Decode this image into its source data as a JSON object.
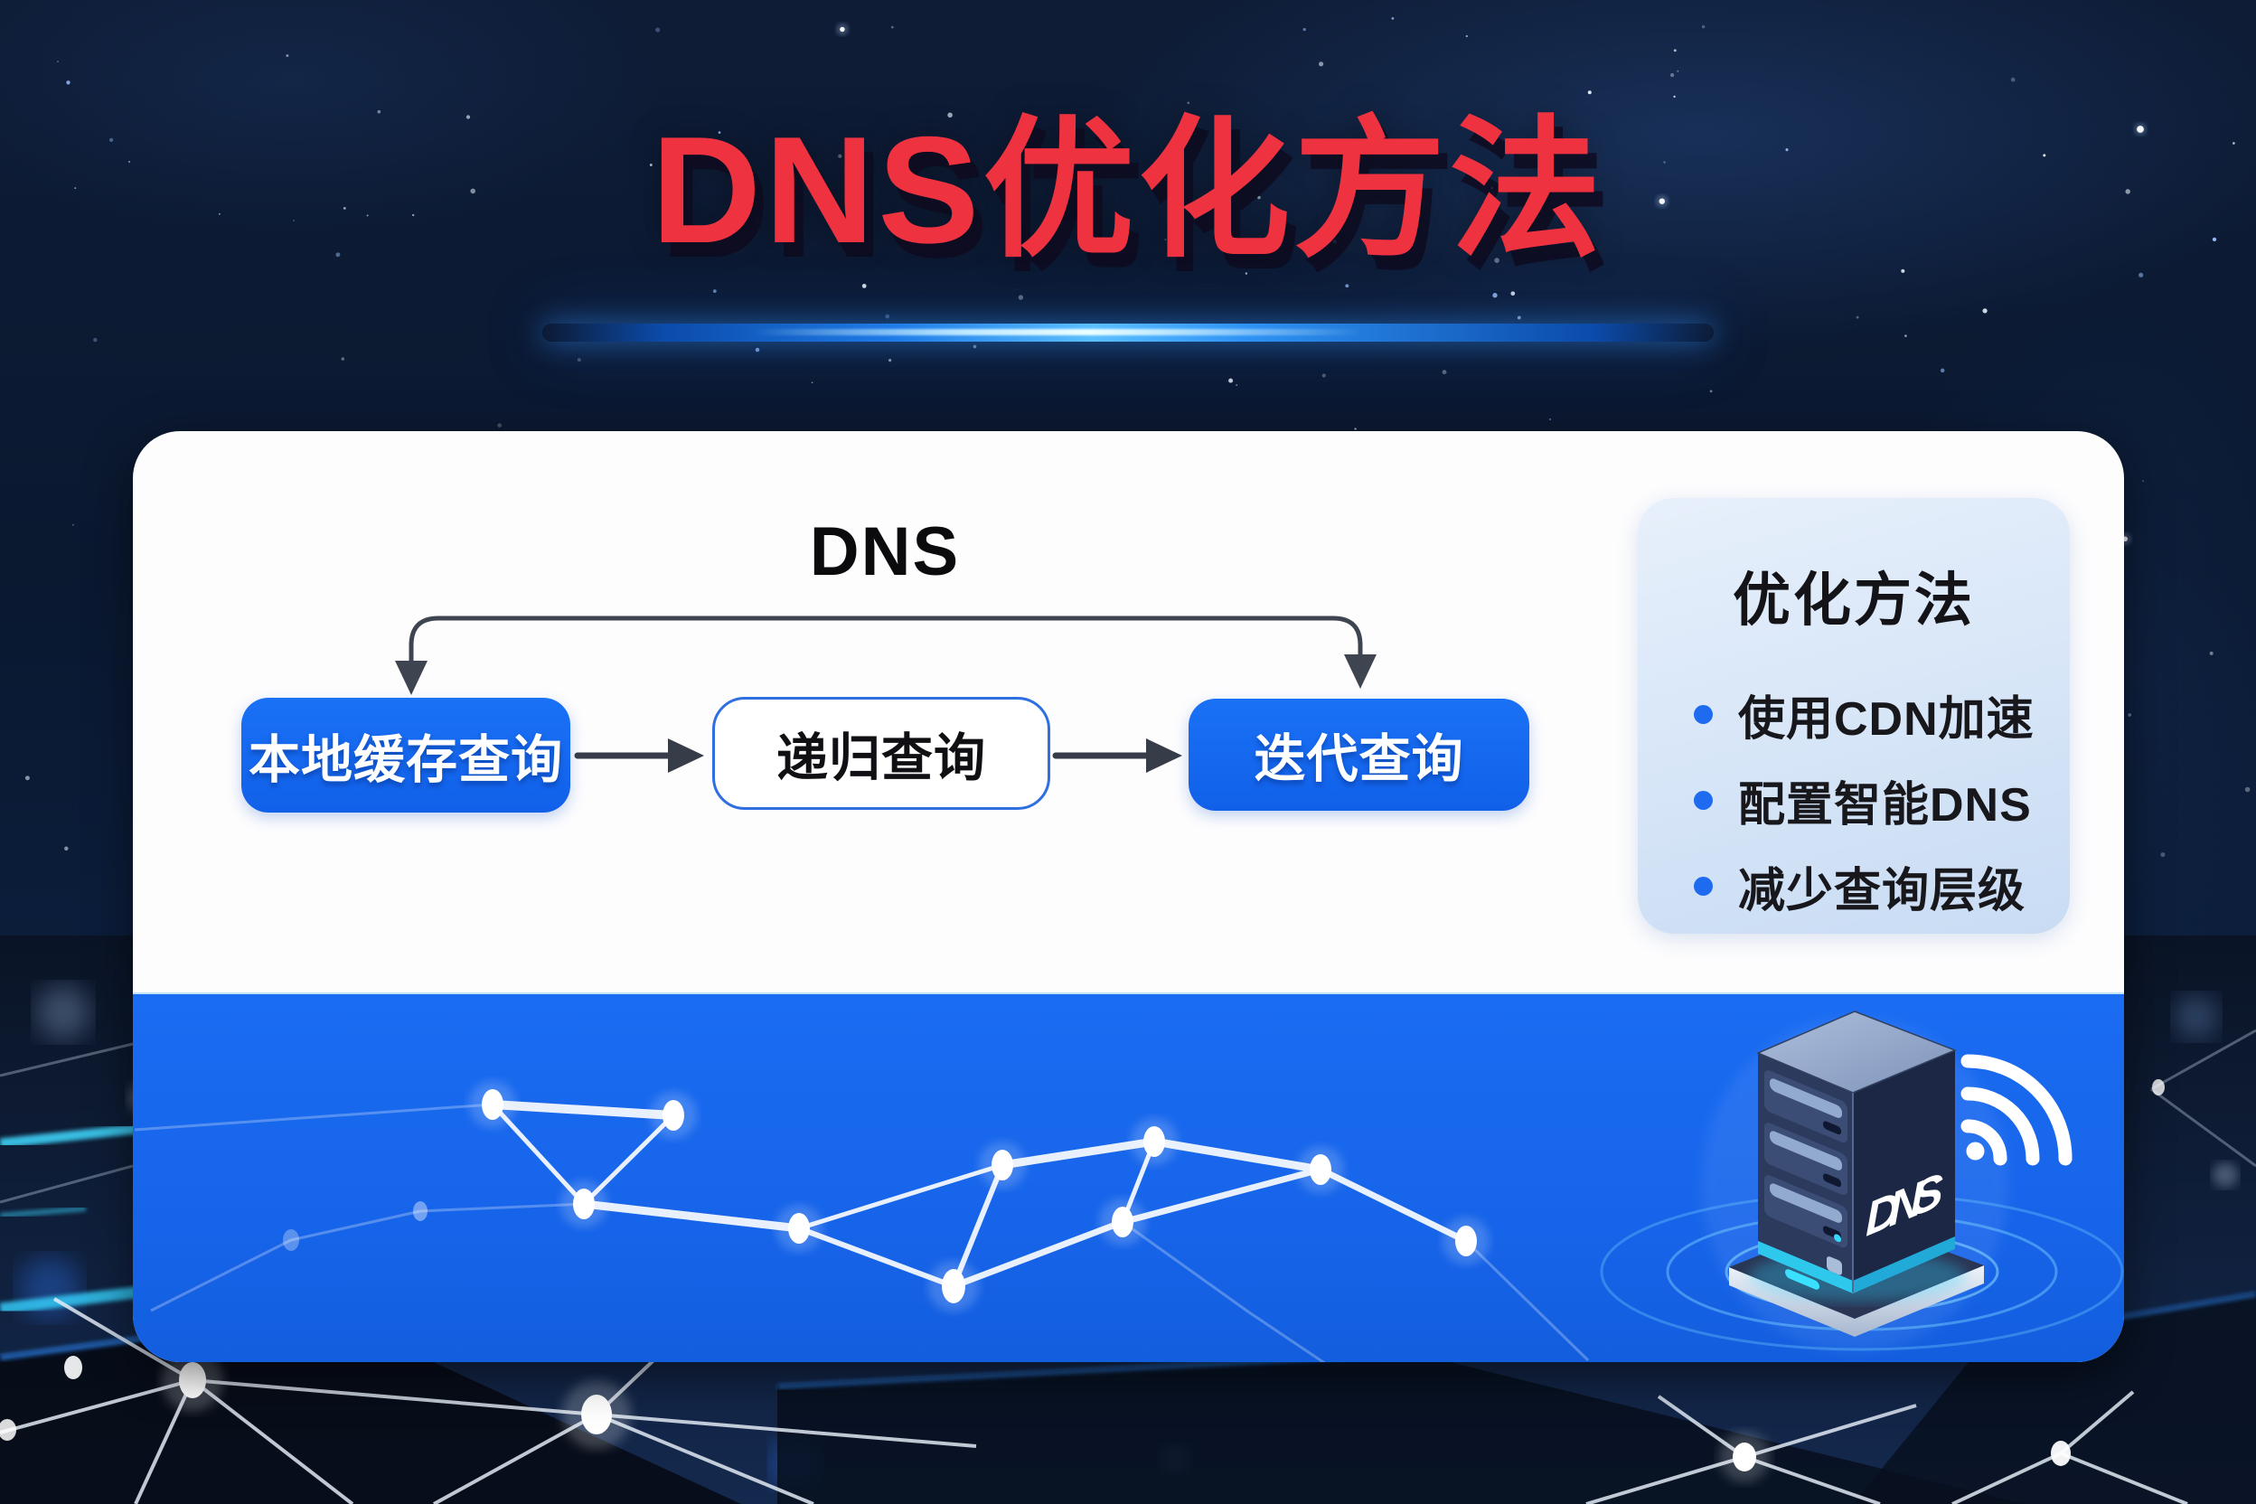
{
  "header": {
    "title": "DNS优化方法"
  },
  "diagram": {
    "title": "DNS",
    "nodes": [
      {
        "label": "本地缓存查询",
        "style": "filled"
      },
      {
        "label": "递归查询",
        "style": "outline"
      },
      {
        "label": "迭代查询",
        "style": "filled"
      }
    ]
  },
  "side_panel": {
    "title": "优化方法",
    "items": [
      "使用CDN加速",
      "配置智能DNS",
      "减少查询层级"
    ]
  },
  "server": {
    "label": "DNS"
  },
  "colors": {
    "accent_red": "#ef3240",
    "primary_blue": "#1467f0",
    "panel_bottom_blue": "#1a6cf2",
    "glow_cyan": "#35d9fb",
    "connector_gray": "#3e4450"
  }
}
